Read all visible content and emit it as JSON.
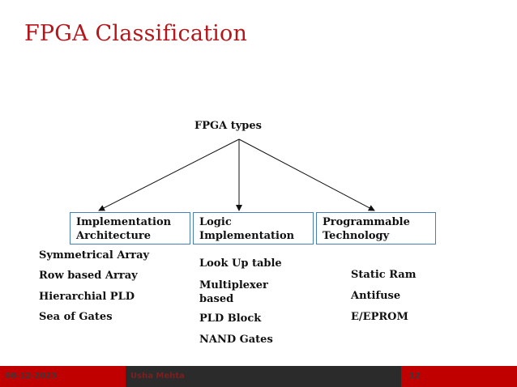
{
  "slide": {
    "title": "FPGA Classification"
  },
  "diagram": {
    "root": "FPGA types",
    "branches": [
      {
        "label": "Implementation\nArchitecture",
        "items": [
          "Symmetrical Array",
          "Row based Array",
          "Hierarchial PLD",
          "Sea of Gates"
        ]
      },
      {
        "label": "Logic\nImplementation",
        "items": [
          "Look Up table",
          "Multiplexer based",
          "PLD Block",
          "NAND Gates"
        ]
      },
      {
        "label": "Programmable\nTechnology",
        "items": [
          "Static Ram",
          "Antifuse",
          "E/EPROM"
        ]
      }
    ]
  },
  "footer": {
    "date": "08-12-2023",
    "author": "Usha Mehta",
    "page": "12"
  },
  "colors": {
    "title": "#b5161b",
    "box_border": "#4a7ebb",
    "footer_red": "#c00000",
    "footer_dark": "#2b2b2b"
  }
}
